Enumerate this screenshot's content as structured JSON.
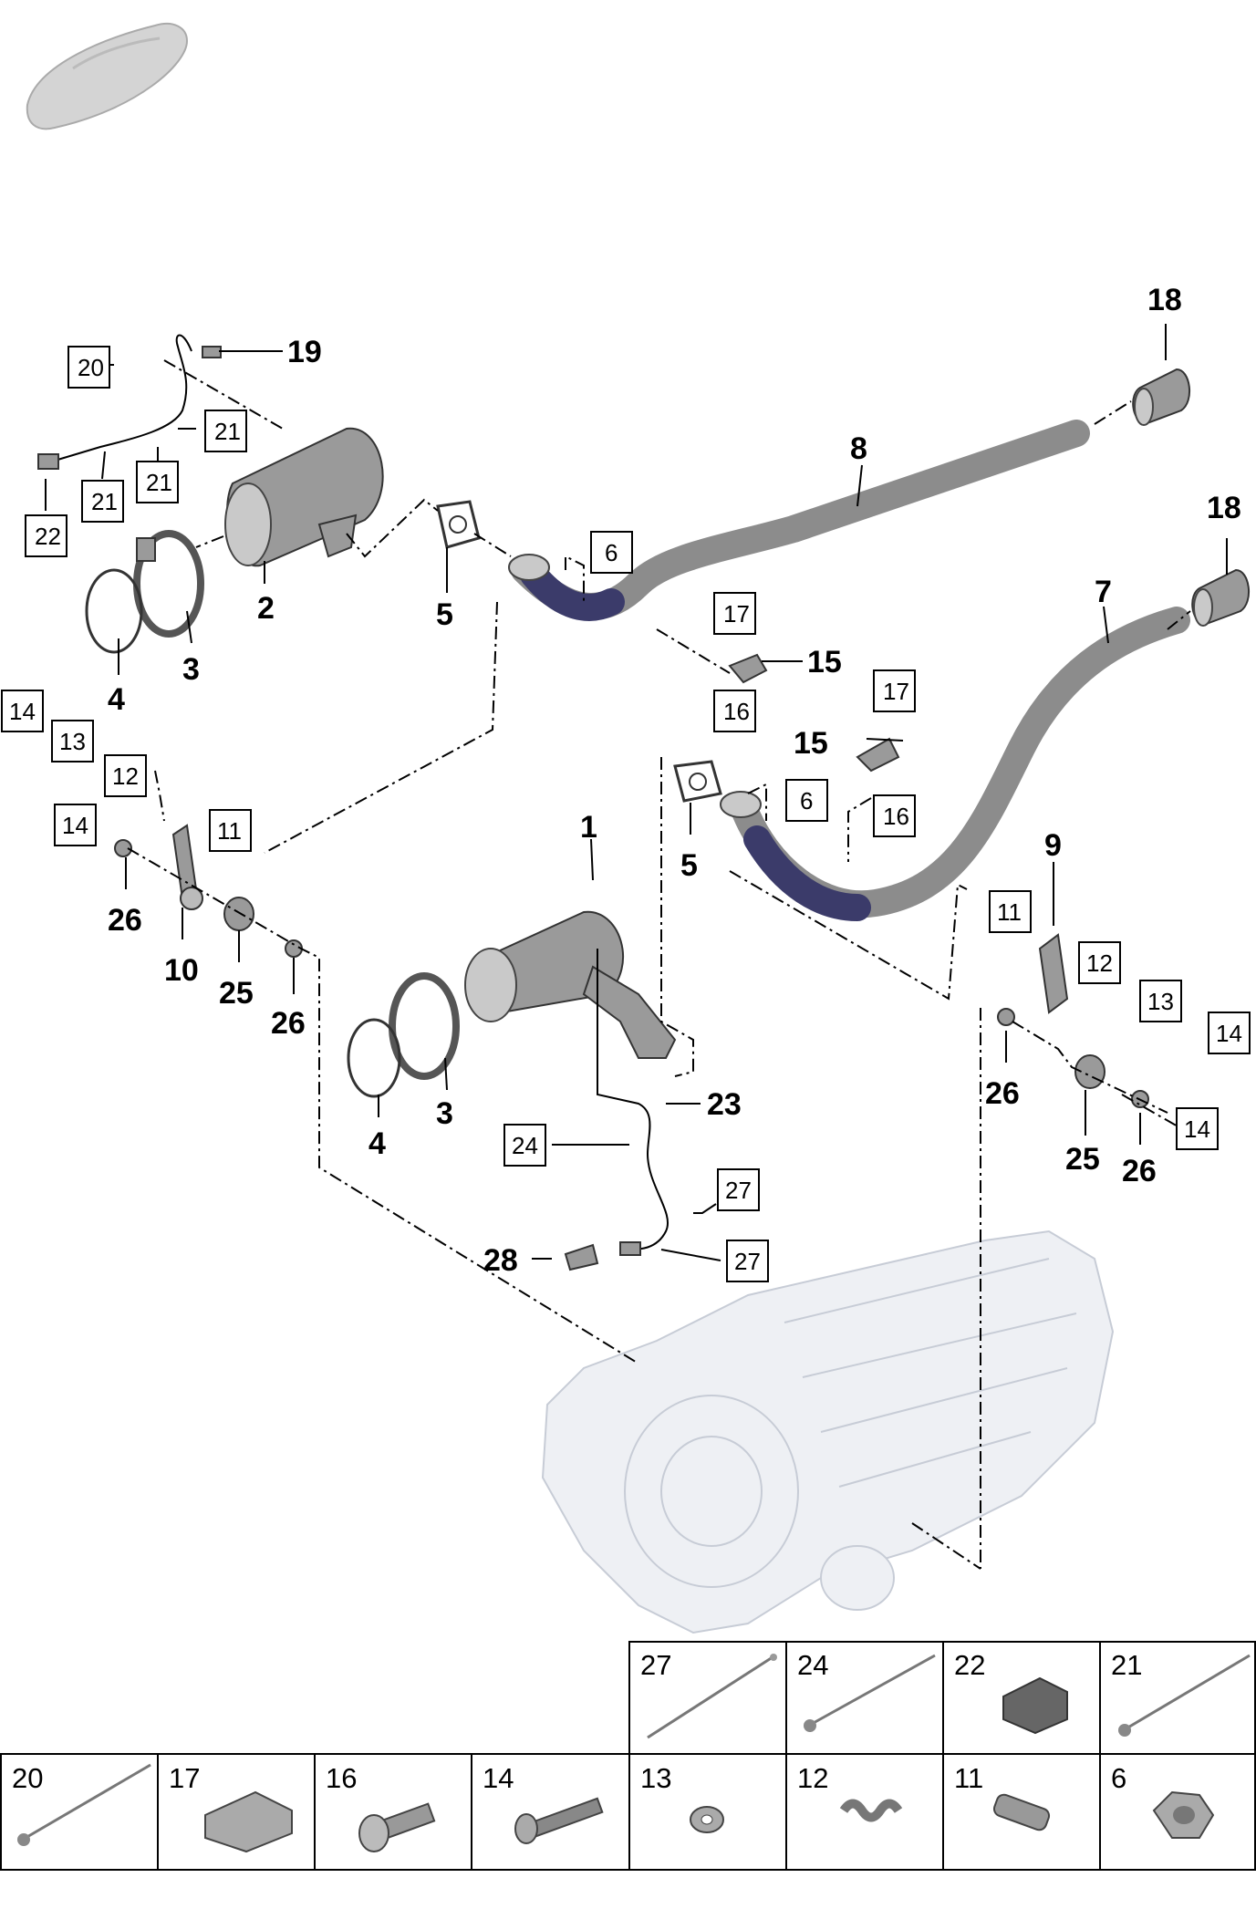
{
  "callouts": [
    {
      "id": "c19",
      "text": "19"
    },
    {
      "id": "c18a",
      "text": "18"
    },
    {
      "id": "c18b",
      "text": "18"
    },
    {
      "id": "c8",
      "text": "8"
    },
    {
      "id": "c7",
      "text": "7"
    },
    {
      "id": "c2",
      "text": "2"
    },
    {
      "id": "c3a",
      "text": "3"
    },
    {
      "id": "c4a",
      "text": "4"
    },
    {
      "id": "c5a",
      "text": "5"
    },
    {
      "id": "c15a",
      "text": "15"
    },
    {
      "id": "c15b",
      "text": "15"
    },
    {
      "id": "c1",
      "text": "1"
    },
    {
      "id": "c5b",
      "text": "5"
    },
    {
      "id": "c9",
      "text": "9"
    },
    {
      "id": "c26a",
      "text": "26"
    },
    {
      "id": "c10",
      "text": "10"
    },
    {
      "id": "c25a",
      "text": "25"
    },
    {
      "id": "c26b",
      "text": "26"
    },
    {
      "id": "c3b",
      "text": "3"
    },
    {
      "id": "c4b",
      "text": "4"
    },
    {
      "id": "c23",
      "text": "23"
    },
    {
      "id": "c28",
      "text": "28"
    },
    {
      "id": "c26c",
      "text": "26"
    },
    {
      "id": "c25b",
      "text": "25"
    },
    {
      "id": "c26d",
      "text": "26"
    }
  ],
  "boxed_refs": [
    {
      "id": "b20",
      "text": "20"
    },
    {
      "id": "b21a",
      "text": "21"
    },
    {
      "id": "b21b",
      "text": "21"
    },
    {
      "id": "b21c",
      "text": "21"
    },
    {
      "id": "b22",
      "text": "22"
    },
    {
      "id": "b6a",
      "text": "6"
    },
    {
      "id": "b17a",
      "text": "17"
    },
    {
      "id": "b16a",
      "text": "16"
    },
    {
      "id": "b17b",
      "text": "17"
    },
    {
      "id": "b16b",
      "text": "16"
    },
    {
      "id": "b6b",
      "text": "6"
    },
    {
      "id": "b14a",
      "text": "14"
    },
    {
      "id": "b13a",
      "text": "13"
    },
    {
      "id": "b12a",
      "text": "12"
    },
    {
      "id": "b11a",
      "text": "11"
    },
    {
      "id": "b14b",
      "text": "14"
    },
    {
      "id": "b11b",
      "text": "11"
    },
    {
      "id": "b12b",
      "text": "12"
    },
    {
      "id": "b13b",
      "text": "13"
    },
    {
      "id": "b14c",
      "text": "14"
    },
    {
      "id": "b14d",
      "text": "14"
    },
    {
      "id": "b24",
      "text": "24"
    },
    {
      "id": "b27a",
      "text": "27"
    },
    {
      "id": "b27b",
      "text": "27"
    }
  ],
  "legend_top_row": [
    "27",
    "24",
    "22",
    "21"
  ],
  "legend_bottom_row": [
    "20",
    "17",
    "16",
    "14",
    "13",
    "12",
    "11",
    "6"
  ],
  "colors": {
    "pipe": "#8c8c8c",
    "pipe_shadow": "#3b3b6a",
    "ghost": "#eef0f4",
    "line": "#000000"
  }
}
